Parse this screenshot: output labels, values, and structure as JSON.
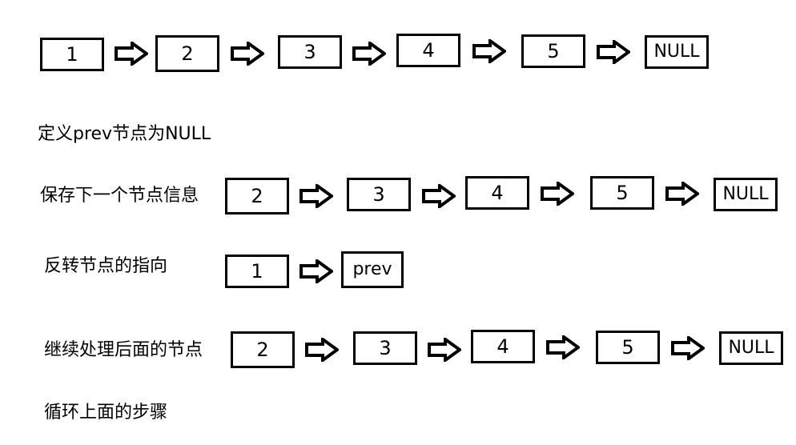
{
  "rows": [
    {
      "label": "",
      "nodes": [
        "1",
        "2",
        "3",
        "4",
        "5",
        "NULL"
      ]
    },
    {
      "label": "定义prev节点为NULL",
      "nodes": []
    },
    {
      "label": "保存下一个节点信息",
      "nodes": [
        "2",
        "3",
        "4",
        "5",
        "NULL"
      ]
    },
    {
      "label": "反转节点的指向",
      "nodes": [
        "1",
        "prev"
      ]
    },
    {
      "label": "继续处理后面的节点",
      "nodes": [
        "2",
        "3",
        "4",
        "5",
        "NULL"
      ]
    },
    {
      "label": "循环上面的步骤",
      "nodes": []
    }
  ],
  "icons": {
    "arrow": "hollow-right-arrow-icon"
  }
}
